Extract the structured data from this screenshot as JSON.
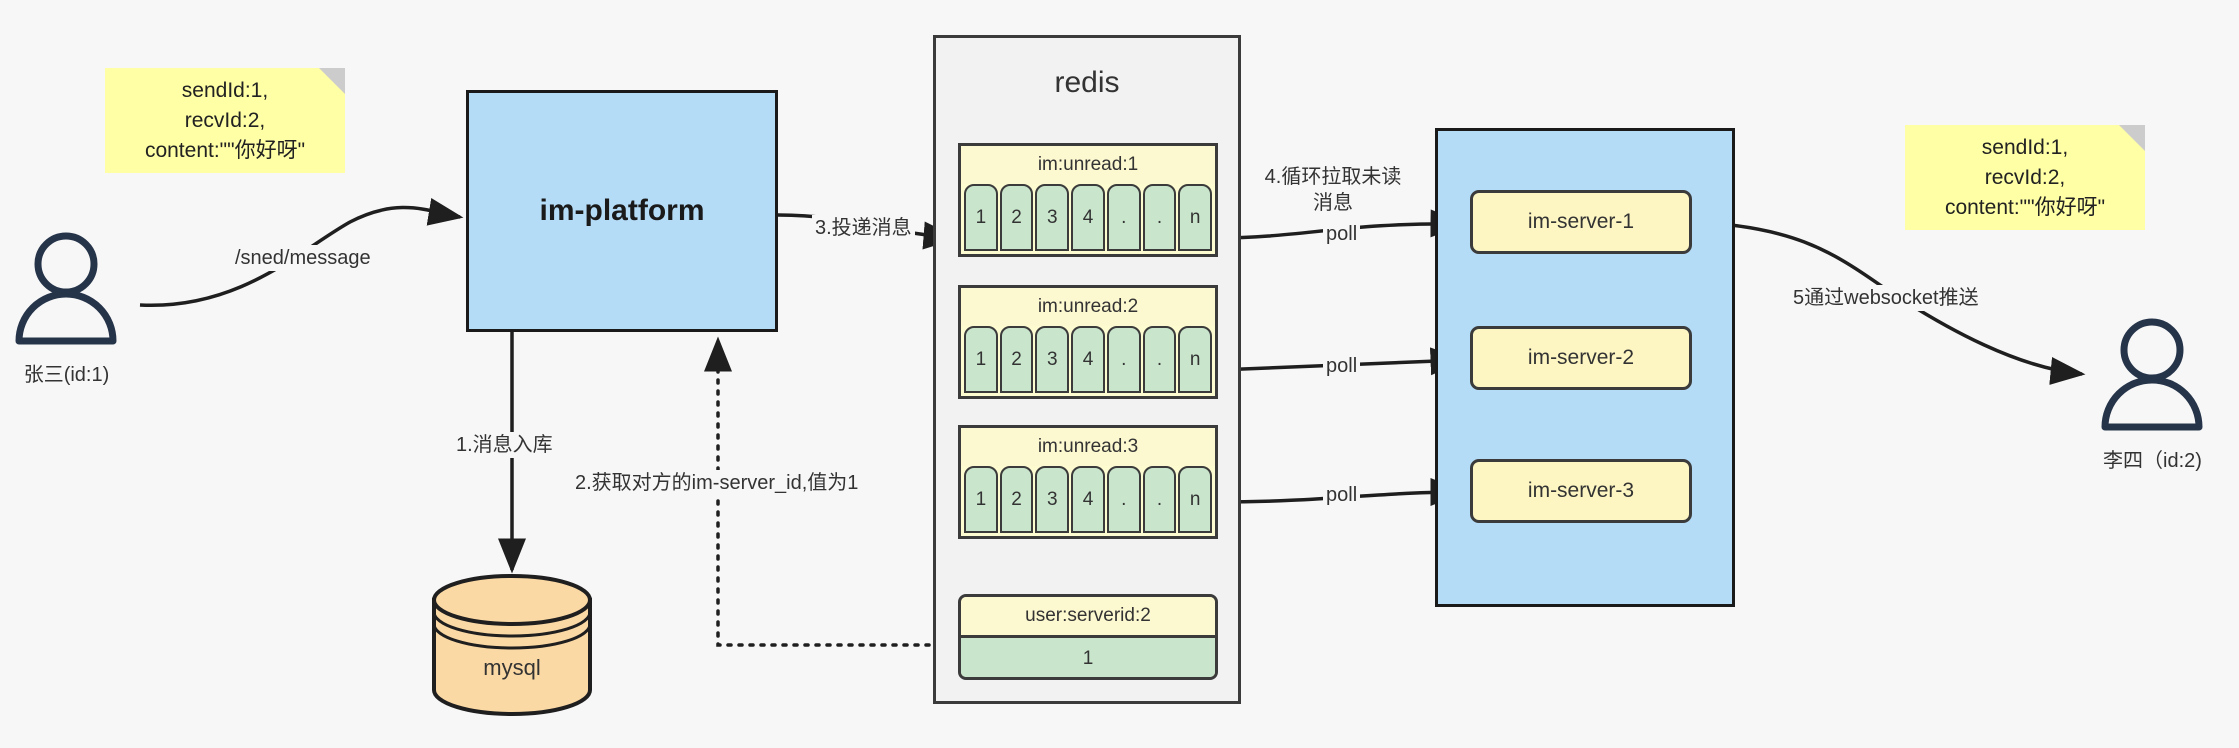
{
  "diagram": {
    "title": "IM message delivery architecture",
    "colors": {
      "background": "#f7f7f7",
      "note_yellow": "#ffffa6",
      "note_fold": "#cccccc",
      "process_blue": "#b5dcf7",
      "queue_header_yellow": "#fcf8cf",
      "queue_cell_green": "#c9e6cd",
      "server_yellow": "#fdf6c3",
      "database_orange": "#fbd9a5",
      "stroke_dark": "#1a1a1a",
      "stroke_gray": "#3b3b3b",
      "redis_panel": "#f2f2f2"
    }
  },
  "notes": {
    "left": {
      "lines": [
        "sendId:1,",
        "recvId:2,",
        "content:\"\"你好呀\""
      ]
    },
    "right": {
      "lines": [
        "sendId:1,",
        "recvId:2,",
        "content:\"\"你好呀\""
      ]
    }
  },
  "actors": {
    "sender": {
      "label": "张三(id:1)",
      "icon": "user-icon"
    },
    "receiver": {
      "label": "李四（id:2)",
      "icon": "user-icon"
    }
  },
  "nodes": {
    "platform": {
      "label": "im-platform"
    },
    "database": {
      "label": "mysql"
    },
    "redis": {
      "title": "redis"
    }
  },
  "redis_structures": {
    "queues": [
      {
        "key": "im:unread:1",
        "cells": [
          "1",
          "2",
          "3",
          "4",
          ".",
          ".",
          "n"
        ]
      },
      {
        "key": "im:unread:2",
        "cells": [
          "1",
          "2",
          "3",
          "4",
          ".",
          ".",
          "n"
        ]
      },
      {
        "key": "im:unread:3",
        "cells": [
          "1",
          "2",
          "3",
          "4",
          ".",
          ".",
          "n"
        ]
      }
    ],
    "kv": {
      "key": "user:serverid:2",
      "value": "1"
    }
  },
  "servers": [
    {
      "label": "im-server-1"
    },
    {
      "label": "im-server-2"
    },
    {
      "label": "im-server-3"
    }
  ],
  "edges": {
    "send_message": "/sned/message",
    "step1": "1.消息入库",
    "step2": "2.获取对方的im-server_id,值为1",
    "step3": "3.投递消息",
    "step4": "4.循环拉取未读消息",
    "poll1": "poll",
    "poll2": "poll",
    "poll3": "poll",
    "step5": "5通过websocket推送"
  }
}
